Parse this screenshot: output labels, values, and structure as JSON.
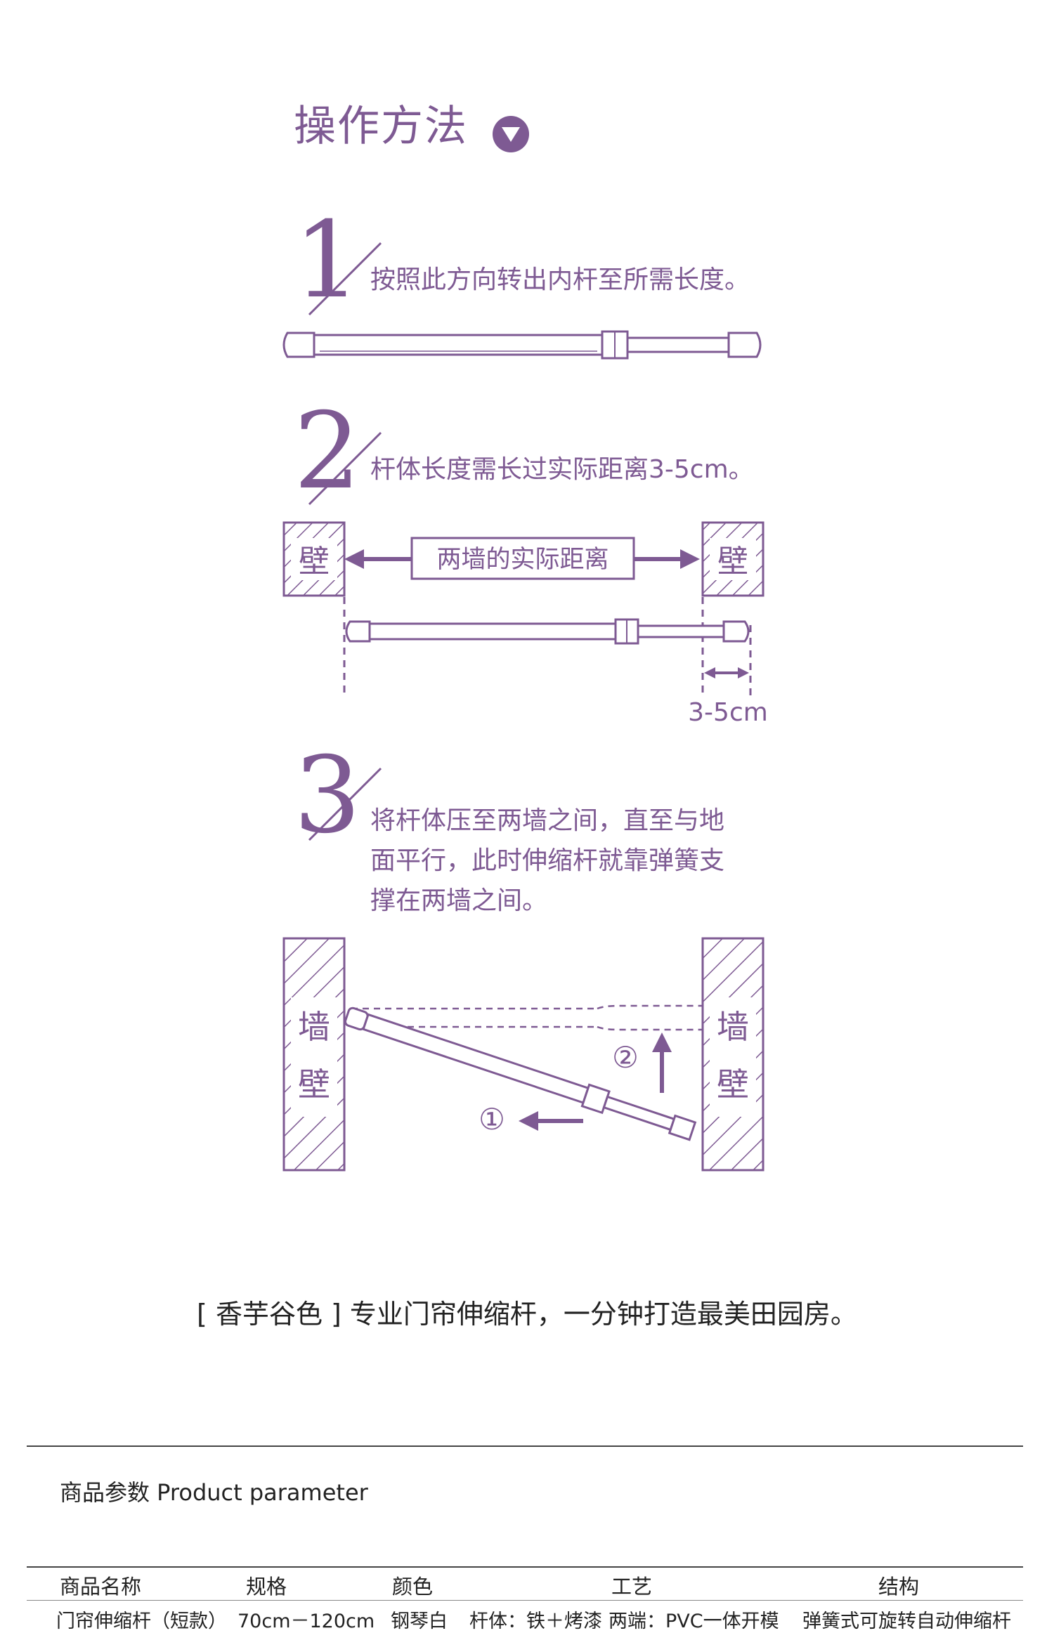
{
  "heading": {
    "title": "操作方法"
  },
  "steps": [
    {
      "number": "1",
      "text": "按照此方向转出内杆至所需长度。"
    },
    {
      "number": "2",
      "text": "杆体长度需长过实际距离3-5cm。"
    },
    {
      "number": "3",
      "lines": [
        "将杆体压至两墙之间，直至与地",
        "面平行，此时伸缩杆就靠弹簧支",
        "撑在两墙之间。"
      ]
    }
  ],
  "diagram2": {
    "wall_label": "壁",
    "distance_label": "两墙的实际距离",
    "overhang_label": "3-5cm"
  },
  "diagram3": {
    "wall_char_top": "墙",
    "wall_char_bottom": "壁",
    "step_marker_1": "①",
    "step_marker_2": "②"
  },
  "slogan": "[ 香芋谷色 ] 专业门帘伸缩杆，一分钟打造最美田园房。",
  "params": {
    "section_label": "商品参数 Product parameter",
    "headers": [
      "商品名称",
      "规格",
      "颜色",
      "工艺",
      "结构"
    ],
    "row": [
      "门帘伸缩杆（短款）",
      "70cm－120cm",
      "钢琴白",
      "杆体：铁＋烤漆",
      "两端：PVC一体开模",
      "弹簧式可旋转自动伸缩杆"
    ]
  },
  "colors": {
    "accent": "#7e5a93",
    "text": "#222222"
  }
}
